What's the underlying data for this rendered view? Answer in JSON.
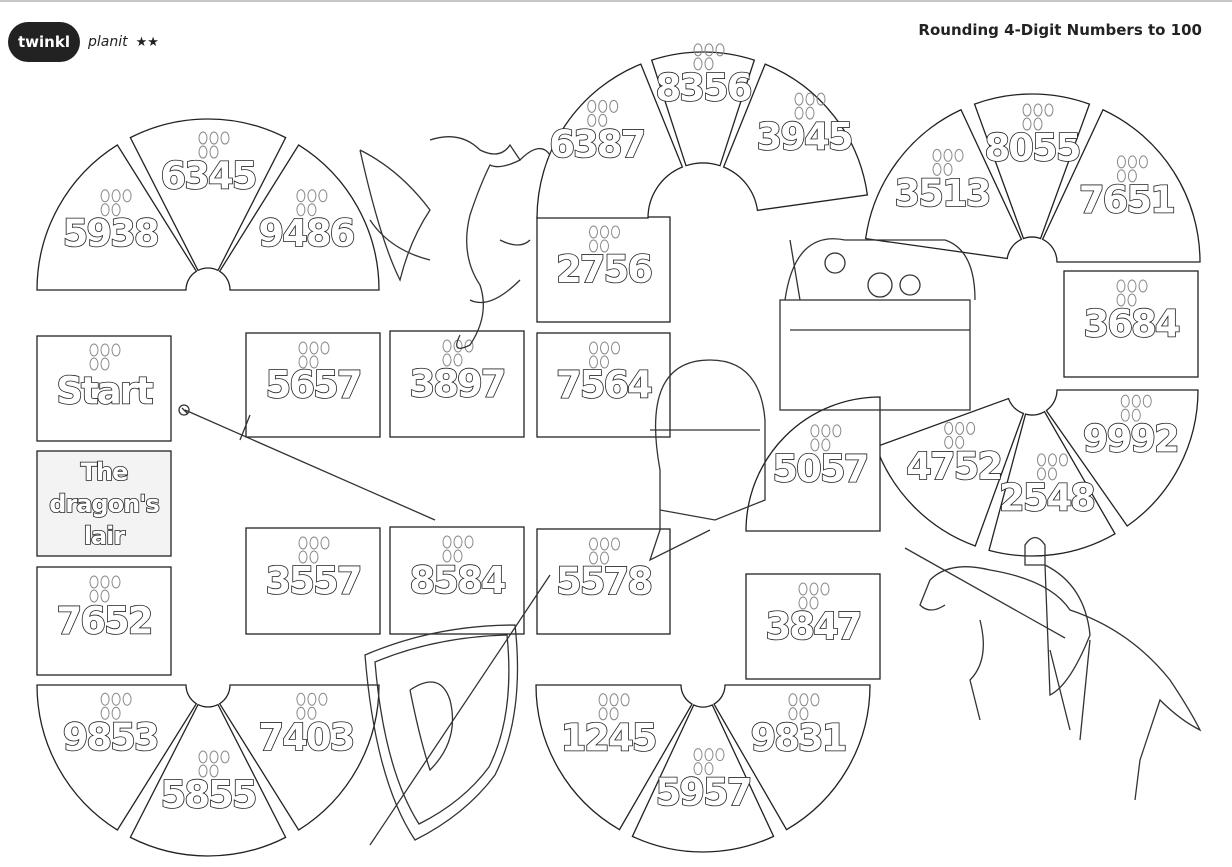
{
  "header": {
    "brand": "twinkl",
    "product": "planit",
    "stars": "★★",
    "title": "Rounding 4-Digit Numbers to 100"
  },
  "board": {
    "start_label": "Start",
    "lair_label": [
      "The",
      "dragon's",
      "lair"
    ],
    "squares": {
      "s5938": "5938",
      "s6345": "6345",
      "s9486": "9486",
      "s5657": "5657",
      "s3897": "3897",
      "s7564": "7564",
      "s2756": "2756",
      "s6387": "6387",
      "s8356": "8356",
      "s3945": "3945",
      "s3513": "3513",
      "s8055": "8055",
      "s7651": "7651",
      "s3684": "3684",
      "s9992": "9992",
      "s2548": "2548",
      "s4752": "4752",
      "s5057": "5057",
      "s3847": "3847",
      "s9831": "9831",
      "s5957": "5957",
      "s1245": "1245",
      "s5578": "5578",
      "s8584": "8584",
      "s3557": "3557",
      "s7403": "7403",
      "s5855": "5855",
      "s9853": "9853",
      "s7652": "7652"
    }
  },
  "illustrations": [
    "dragon",
    "treasure-chest",
    "helmet",
    "sword",
    "shield",
    "knight-on-horse"
  ]
}
